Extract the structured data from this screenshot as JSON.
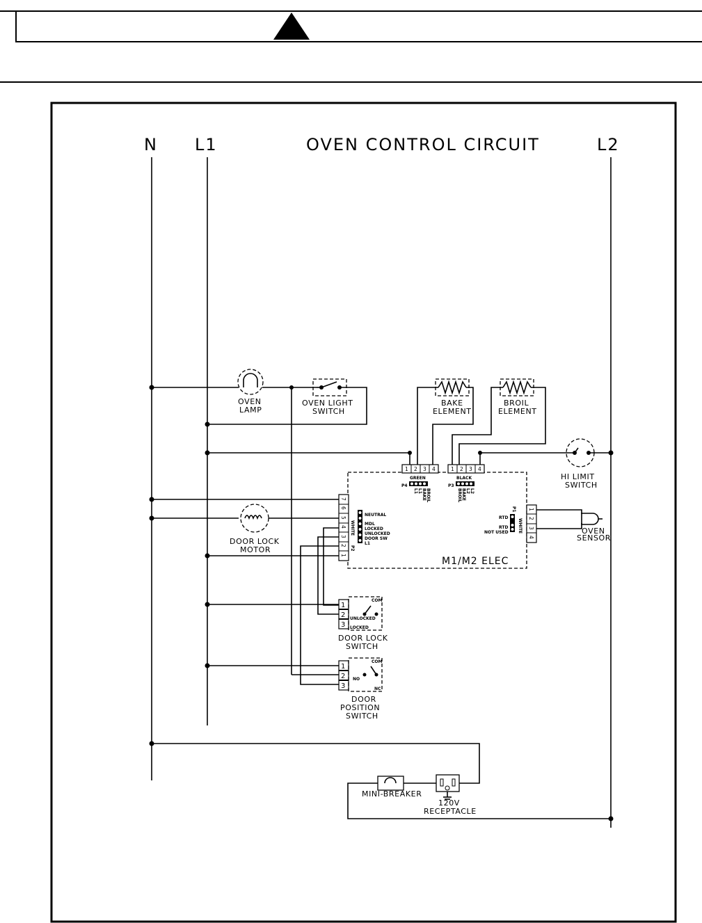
{
  "header": {
    "warning_icon": "warning-triangle-icon"
  },
  "diagram": {
    "lines": {
      "neutral": "N",
      "line1": "L1",
      "line2": "L2"
    },
    "title": "OVEN CONTROL CIRCUIT",
    "components": {
      "oven_lamp": [
        "OVEN",
        "LAMP"
      ],
      "oven_light_switch": [
        "OVEN LIGHT",
        "SWITCH"
      ],
      "bake_element": [
        "BAKE",
        "ELEMENT"
      ],
      "broil_element": [
        "BROIL",
        "ELEMENT"
      ],
      "hi_limit_switch": [
        "HI LIMIT",
        "SWITCH"
      ],
      "door_lock_motor": [
        "DOOR LOCK",
        "MOTOR"
      ],
      "oven_sensor": [
        "OVEN",
        "SENSOR"
      ],
      "door_lock_switch": [
        "DOOR LOCK",
        "SWITCH"
      ],
      "door_position_switch": [
        "DOOR",
        "POSITION",
        "SWITCH"
      ],
      "mini_breaker": "MINI-BREAKER",
      "receptacle": [
        "120V",
        "RECEPTACLE"
      ]
    },
    "control": {
      "label": "M1/M2 ELEC",
      "p4": {
        "id": "P4",
        "color": "GREEN",
        "pins": [
          "1",
          "2",
          "3",
          "4"
        ],
        "signals": [
          "L1",
          "L1",
          "BAKE",
          "BROIL"
        ]
      },
      "p3": {
        "id": "P3",
        "color": "BLACK",
        "pins": [
          "1",
          "2",
          "3",
          "4"
        ],
        "signals": [
          "BROIL",
          "BAKE",
          "L2",
          "L2"
        ]
      },
      "p2": {
        "id": "P2",
        "color": "WHITE",
        "pins": [
          "7",
          "6",
          "5",
          "4",
          "3",
          "2",
          "1"
        ],
        "signals": [
          "NEUTRAL",
          "MDL",
          "LOCKED",
          "UNLOCKED",
          "DOOR SW",
          "L1"
        ]
      },
      "p1": {
        "id": "P1",
        "color": "WHITE",
        "pins": [
          "1",
          "2",
          "3",
          "4"
        ],
        "signals": [
          "RTD",
          "RTD",
          "NOT USED"
        ]
      }
    },
    "switch_terms": {
      "door_lock": {
        "pins": [
          "1",
          "2",
          "3"
        ],
        "com": "COM",
        "unlocked": "UNLOCKED",
        "locked": "LOCKED"
      },
      "door_position": {
        "pins": [
          "1",
          "2",
          "3"
        ],
        "com": "COM",
        "no": "NO",
        "nc": "NC"
      }
    }
  }
}
